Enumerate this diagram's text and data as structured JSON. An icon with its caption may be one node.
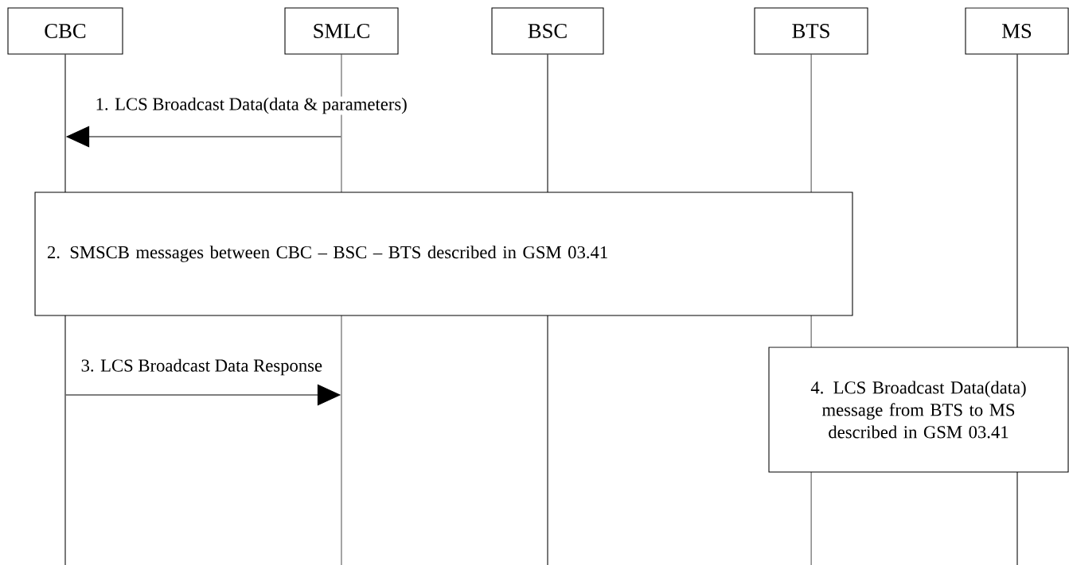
{
  "diagram": {
    "nodes": [
      {
        "text": [
          "CBC"
        ]
      },
      {
        "text": [
          "SMLC"
        ]
      },
      {
        "text": [
          "BSC"
        ]
      },
      {
        "text": [
          "BTS"
        ]
      },
      {
        "text": [
          "MS"
        ]
      },
      {
        "text": [
          "2. SMSCB messages between CBC – BSC – BTS described in GSM 03.41"
        ]
      },
      {
        "text": [
          "4. LCS Broadcast Data(data) message from BTS to MS described in GSM 03.41"
        ]
      },
      {
        "text": [],
        "shape": "line"
      },
      {
        "text": [],
        "shape": "line"
      },
      {
        "text": [],
        "shape": "line"
      },
      {
        "text": [],
        "shape": "line"
      },
      {
        "text": [],
        "shape": "line"
      }
    ],
    "edges": [
      {
        "from": 8,
        "to": 7,
        "arrow": "to",
        "label": "1. LCS Broadcast Data(data & parameters)"
      },
      {
        "from": 7,
        "to": 8,
        "arrow": "to",
        "label": "3. LCS Broadcast Data Response"
      }
    ]
  }
}
